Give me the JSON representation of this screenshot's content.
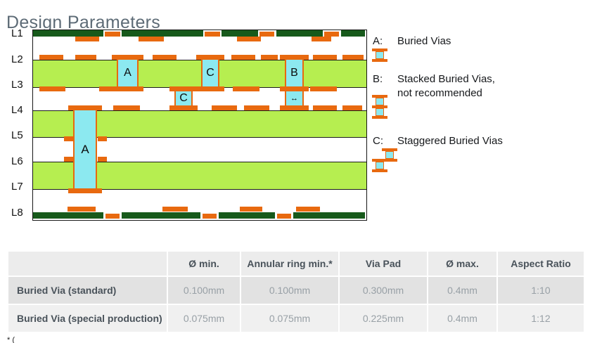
{
  "title": "Design Parameters",
  "diagram": {
    "layer_labels": [
      "L1",
      "L2",
      "L3",
      "L4",
      "L5",
      "L6",
      "L7",
      "L8"
    ],
    "vias": {
      "upper_a": "A",
      "upper_c": "C",
      "upper_b": "B",
      "lower_c": "C",
      "large_a": "A",
      "diameter_arrow": "↔"
    },
    "colors": {
      "outer_copper": "#175a1b",
      "core_dielectric": "#b6ee50",
      "copper_pad": "#e8690f",
      "via_fill": "#8ce9f0"
    }
  },
  "legend": {
    "items": [
      {
        "key": "A:",
        "lines": [
          "Buried Vias"
        ]
      },
      {
        "key": "B:",
        "lines": [
          "Stacked Buried Vias,",
          "not recommended"
        ]
      },
      {
        "key": "C:",
        "lines": [
          "Staggered Buried Vias"
        ]
      }
    ]
  },
  "table": {
    "headers": [
      "",
      "Ø min.",
      "Annular ring min.*",
      "Via Pad",
      "Ø max.",
      "Aspect Ratio"
    ],
    "rows": [
      {
        "label": "Buried Via (standard)",
        "values": [
          "0.100mm",
          "0.100mm",
          "0.300mm",
          "0.4mm",
          "1:10"
        ]
      },
      {
        "label": "Buried Via (special production)",
        "values": [
          "0.075mm",
          "0.075mm",
          "0.225mm",
          "0.4mm",
          "1:12"
        ]
      }
    ]
  },
  "footnote": "* ("
}
